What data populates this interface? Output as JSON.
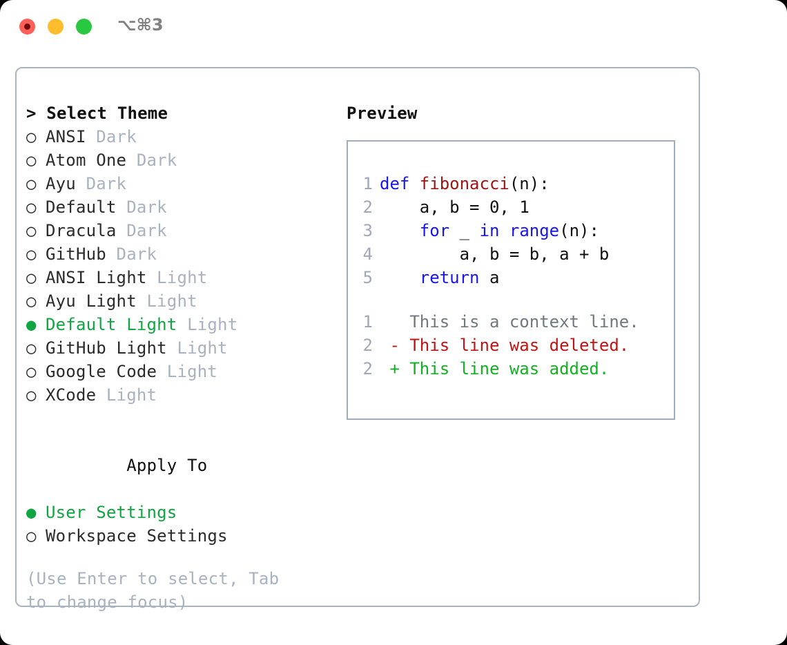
{
  "window": {
    "shortcut_label": "⌥⌘3",
    "traffic_lights": [
      {
        "name": "close",
        "color": "#ff5f57"
      },
      {
        "name": "minimize",
        "color": "#ffbd2e"
      },
      {
        "name": "maximize",
        "color": "#28c840"
      }
    ]
  },
  "theme_picker": {
    "header": "> Select Theme",
    "marker_selected": "●",
    "marker_unselected": "○",
    "options": [
      {
        "name": "ANSI",
        "badge": "Dark",
        "selected": false
      },
      {
        "name": "Atom One",
        "badge": "Dark",
        "selected": false
      },
      {
        "name": "Ayu",
        "badge": "Dark",
        "selected": false
      },
      {
        "name": "Default",
        "badge": "Dark",
        "selected": false
      },
      {
        "name": "Dracula",
        "badge": "Dark",
        "selected": false
      },
      {
        "name": "GitHub",
        "badge": "Dark",
        "selected": false
      },
      {
        "name": "ANSI Light",
        "badge": "Light",
        "selected": false
      },
      {
        "name": "Ayu Light",
        "badge": "Light",
        "selected": false
      },
      {
        "name": "Default Light",
        "badge": "Light",
        "selected": true
      },
      {
        "name": "GitHub Light",
        "badge": "Light",
        "selected": false
      },
      {
        "name": "Google Code",
        "badge": "Light",
        "selected": false
      },
      {
        "name": "XCode",
        "badge": "Light",
        "selected": false
      }
    ]
  },
  "apply_to": {
    "header": "Apply To",
    "options": [
      {
        "name": "User Settings",
        "selected": true
      },
      {
        "name": "Workspace Settings",
        "selected": false
      }
    ]
  },
  "hint": "(Use Enter to select, Tab to change focus)",
  "preview": {
    "title": "Preview",
    "code_lines": [
      {
        "number": "1",
        "segments": [
          {
            "t": "def ",
            "c": "kw"
          },
          {
            "t": "fibonacci",
            "c": "fn"
          },
          {
            "t": "(n):",
            "c": ""
          }
        ]
      },
      {
        "number": "2",
        "segments": [
          {
            "t": "    a, b = ",
            "c": ""
          },
          {
            "t": "0",
            "c": "num"
          },
          {
            "t": ", ",
            "c": ""
          },
          {
            "t": "1",
            "c": "num"
          }
        ]
      },
      {
        "number": "3",
        "segments": [
          {
            "t": "    ",
            "c": ""
          },
          {
            "t": "for",
            "c": "kw"
          },
          {
            "t": " _ ",
            "c": ""
          },
          {
            "t": "in",
            "c": "kw"
          },
          {
            "t": " ",
            "c": ""
          },
          {
            "t": "range",
            "c": "kw"
          },
          {
            "t": "(n):",
            "c": ""
          }
        ]
      },
      {
        "number": "4",
        "segments": [
          {
            "t": "        a, b = b, a + b",
            "c": ""
          }
        ]
      },
      {
        "number": "5",
        "segments": [
          {
            "t": "    ",
            "c": ""
          },
          {
            "t": "return",
            "c": "kw"
          },
          {
            "t": " a",
            "c": ""
          }
        ]
      }
    ],
    "diff_lines": [
      {
        "number": "1",
        "sign": " ",
        "text": " This is a context line.",
        "kind": "ctx"
      },
      {
        "number": "2",
        "sign": "-",
        "text": " This line was deleted.",
        "kind": "del"
      },
      {
        "number": "2",
        "sign": "+",
        "text": " This line was added.",
        "kind": "add"
      }
    ]
  },
  "colors": {
    "accent_green": "#10a542",
    "muted": "#a9b2c0",
    "border": "#a9b4c2",
    "keyword": "#1616ee",
    "function": "#a01414",
    "diff_delete": "#c01414",
    "diff_add": "#14b024"
  }
}
